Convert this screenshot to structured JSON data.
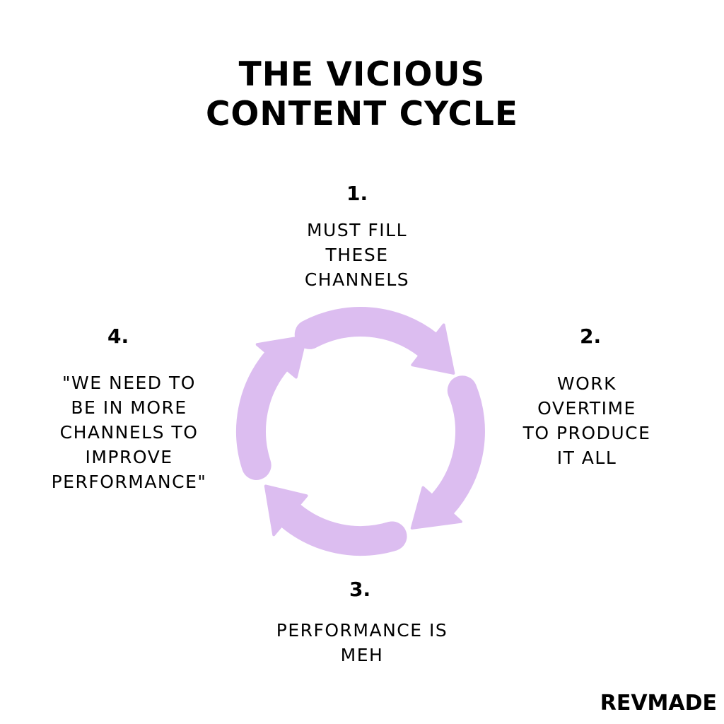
{
  "title": {
    "line1": "THE VICIOUS",
    "line2": "CONTENT CYCLE"
  },
  "steps": [
    {
      "number": "1.",
      "lines": [
        "MUST FILL",
        "THESE",
        "CHANNELS"
      ]
    },
    {
      "number": "2.",
      "lines": [
        "WORK",
        "OVERTIME",
        "TO PRODUCE",
        "IT ALL"
      ]
    },
    {
      "number": "3.",
      "lines": [
        "PERFORMANCE IS",
        "MEH"
      ]
    },
    {
      "number": "4.",
      "lines": [
        "\"WE NEED TO",
        "BE IN MORE",
        "CHANNELS TO",
        "IMPROVE",
        "PERFORMANCE\""
      ]
    }
  ],
  "cycle": {
    "arrow_color": "#dcbdf0",
    "arrow_count": 4,
    "direction": "clockwise"
  },
  "brand": "REVMADE"
}
